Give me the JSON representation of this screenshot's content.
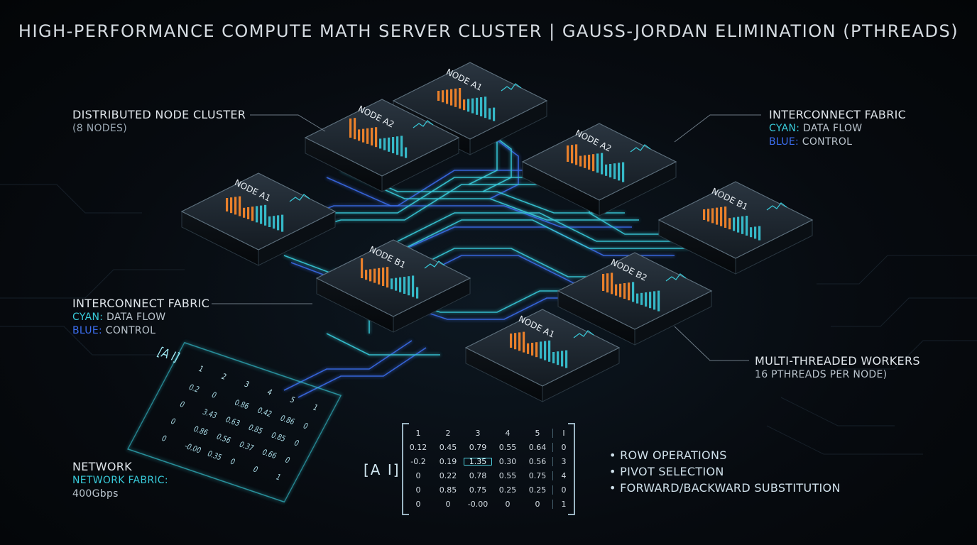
{
  "title": "HIGH-PERFORMANCE COMPUTE MATH SERVER CLUSTER  |  GAUSS-JORDAN ELIMINATION (PTHREADS)",
  "labels": {
    "cluster": {
      "line1": "DISTRIBUTED NODE CLUSTER",
      "line2": "(8 NODES)"
    },
    "fabric_right": {
      "line1": "INTERCONNECT FABRIC",
      "cyan": "CYAN:",
      "cyan_text": " DATA FLOW",
      "blue": "BLUE:",
      "blue_text": " CONTROL"
    },
    "fabric_left": {
      "line1": "INTERCONNECT FABRIC",
      "cyan": "CYAN:",
      "cyan_text": " DATA FLOW",
      "blue": "BLUE:",
      "blue_text": " CONTROL"
    },
    "workers": {
      "line1": "MULTI-THREADED WORKERS",
      "line2": "16 PTHREADS PER NODE)"
    },
    "network": {
      "line1": "NETWORK",
      "line2": "NETWORK FABRIC:",
      "line3": "400Gbps"
    }
  },
  "nodes": [
    {
      "name": "NODE A1"
    },
    {
      "name": "NODE A2"
    },
    {
      "name": "NODE A2"
    },
    {
      "name": "NODE A1"
    },
    {
      "name": "NODE B1"
    },
    {
      "name": "NODE B1"
    },
    {
      "name": "NODE B2"
    },
    {
      "name": "NODE A1"
    }
  ],
  "matrix": {
    "label": "[A I]",
    "header": [
      "1",
      "2",
      "3",
      "4",
      "5",
      "I"
    ],
    "rows": [
      [
        "0.12",
        "0.45",
        "0.79",
        "0.55",
        "0.64",
        "0"
      ],
      [
        "-0.2",
        "0.19",
        "1.35",
        "0.30",
        "0.56",
        "3"
      ],
      [
        "0",
        "0.22",
        "0.78",
        "0.55",
        "0.75",
        "4"
      ],
      [
        "0",
        "0.85",
        "0.75",
        "0.25",
        "0.25",
        "0"
      ],
      [
        "0",
        "0",
        "-0.00",
        "0",
        "0",
        "1"
      ]
    ],
    "highlight": "1.35"
  },
  "floating_matrix": {
    "label": "[A I]",
    "header": [
      "1",
      "2",
      "3",
      "4",
      "5",
      "1"
    ],
    "rows": [
      [
        "0.2",
        "0",
        "0.86",
        "0.42",
        "0.86",
        "0"
      ],
      [
        "0",
        "3.43",
        "0.63",
        "0.85",
        "0.85",
        "0"
      ],
      [
        "0",
        "0.86",
        "0.56",
        "0.37",
        "0.66",
        "0"
      ],
      [
        "0",
        "-0.00",
        "0.35",
        "0",
        "0",
        "1"
      ]
    ]
  },
  "bullets": [
    "ROW OPERATIONS",
    "PIVOT SELECTION",
    "FORWARD/BACKWARD SUBSTITUTION"
  ],
  "colors": {
    "cyan": "#38c9d8",
    "blue": "#3c6ef0",
    "orange": "#ff8a2a",
    "panel": "#1a232c"
  }
}
